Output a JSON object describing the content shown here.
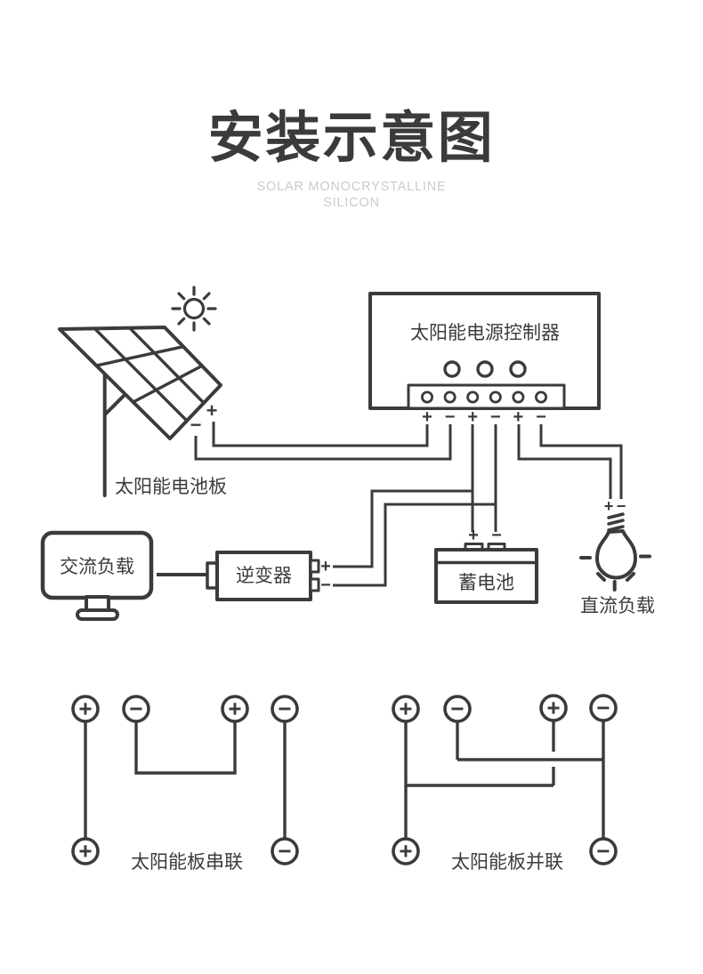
{
  "title": "安装示意图",
  "subtitle_line1": "SOLAR MONOCRYSTALLINE",
  "subtitle_line2": "SILICON",
  "colors": {
    "ink": "#3b3b3b",
    "subtitle_gray": "#cbcbcb",
    "background": "#ffffff"
  },
  "panel": {
    "label": "太阳能电池板",
    "plus": "+",
    "minus": "−"
  },
  "controller": {
    "label": "太阳能电源控制器",
    "terminal_labels": [
      "+",
      "−",
      "+",
      "−",
      "+",
      "−"
    ]
  },
  "ac_load": {
    "label": "交流负载"
  },
  "inverter": {
    "label": "逆变器",
    "plus": "+",
    "minus": "−"
  },
  "battery": {
    "label": "蓄电池",
    "plus": "+",
    "minus": "−"
  },
  "dc_load": {
    "label": "直流负载",
    "plus": "+",
    "minus": "−"
  },
  "series": {
    "label": "太阳能板串联",
    "top": [
      "+",
      "−",
      "+",
      "−"
    ],
    "bottom": [
      "+",
      "−"
    ]
  },
  "parallel": {
    "label": "太阳能板并联",
    "top": [
      "+",
      "−",
      "+",
      "−"
    ],
    "bottom": [
      "+",
      "−"
    ]
  }
}
